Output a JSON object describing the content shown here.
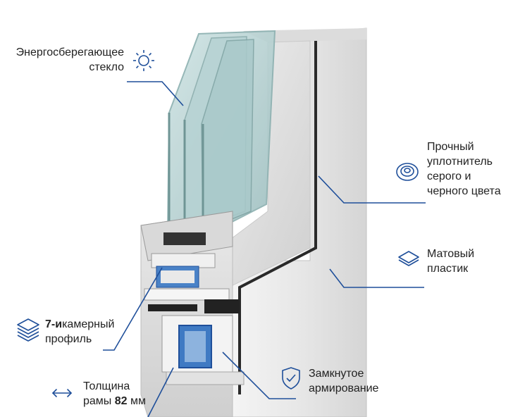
{
  "callouts": {
    "glass": {
      "line1": "Энергосберегающее",
      "line2": "стекло",
      "icon": "sun-icon"
    },
    "seal": {
      "line1": "Прочный",
      "line2": "уплотнитель",
      "line3": "серого и",
      "line4": "черного цвета",
      "icon": "seal-ring-icon"
    },
    "plastic": {
      "line1": "Матовый",
      "line2": "пластик",
      "icon": "layers-icon"
    },
    "profile": {
      "bold": "7-и",
      "line1_rest": "камерный",
      "line2": "профиль",
      "icon": "stack-layers-icon"
    },
    "frame": {
      "line1": "Толщина",
      "line2_pre": "рамы ",
      "bold": "82",
      "line2_post": " мм",
      "icon": "double-arrow-icon"
    },
    "reinforcement": {
      "line1": "Замкнутое",
      "line2": "армирование",
      "icon": "shield-check-icon"
    }
  },
  "colors": {
    "accent": "#1f4f9a",
    "text": "#222222"
  }
}
